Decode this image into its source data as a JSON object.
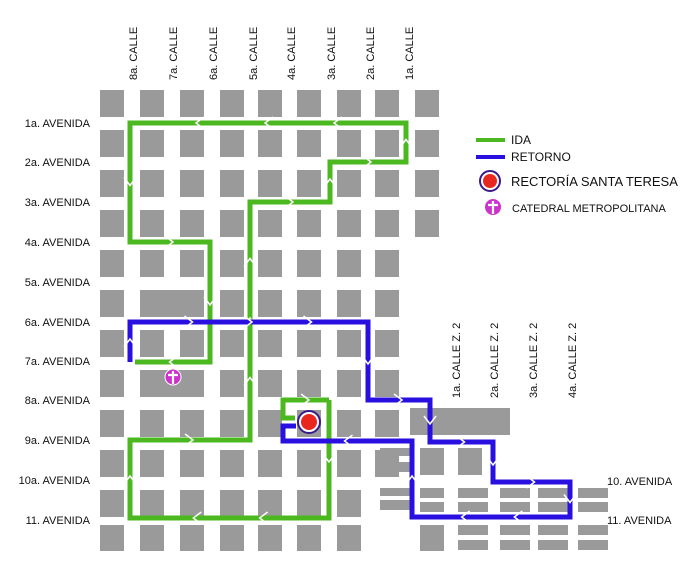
{
  "calles": [
    "8a. CALLE",
    "7a. CALLE",
    "6a. CALLE",
    "5a. CALLE",
    "4a. CALLE",
    "3a. CALLE",
    "2a. CALLE",
    "1a. CALLE"
  ],
  "avenidas": [
    "1a. AVENIDA",
    "2a. AVENIDA",
    "3a. AVENIDA",
    "4a. AVENIDA",
    "5a. AVENIDA",
    "6a. AVENIDA",
    "7a. AVENIDA",
    "8a. AVENIDA",
    "9a. AVENIDA",
    "10a. AVENIDA",
    "11. AVENIDA"
  ],
  "calles_zona2": [
    "1a. CALLE Z. 2",
    "2a. CALLE Z. 2",
    "3a. CALLE Z. 2",
    "4a. CALLE Z. 2"
  ],
  "avenidas_zona2": [
    "10. AVENIDA",
    "11. AVENIDA"
  ],
  "legend": {
    "ida": "IDA",
    "retorno": "RETORNO",
    "rectoria": "RECTORÍA SANTA TERESA",
    "catedral": "CATEDRAL METROPOLITANA"
  },
  "colors": {
    "ida": "#4cb820",
    "retorno": "#2a10e0",
    "block": "#9a9a9a",
    "rectoria": "#e8281e",
    "catedral": "#cc33cc"
  }
}
